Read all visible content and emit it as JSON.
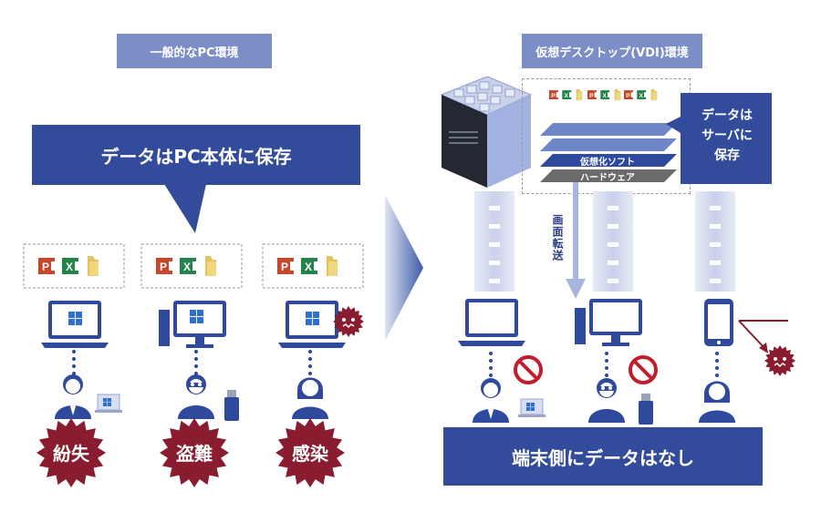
{
  "left": {
    "tag": "一般的なPC環境",
    "banner": "データはPC本体に保存",
    "risks": [
      "紛失",
      "盗難",
      "感染"
    ]
  },
  "right": {
    "tag": "仮想デスクトップ(VDI)環境",
    "server_note": "データは\nサーバに\n保存",
    "layer_virt": "仮想化ソフト",
    "layer_hw": "ハードウェア",
    "transfer": "画面転送",
    "bottom_banner": "端末側にデータはなし"
  },
  "colors": {
    "navy": "#324b9b",
    "tag": "#7b8fc6",
    "burst": "#8a1c30",
    "prohibit": "#c01e2c"
  }
}
